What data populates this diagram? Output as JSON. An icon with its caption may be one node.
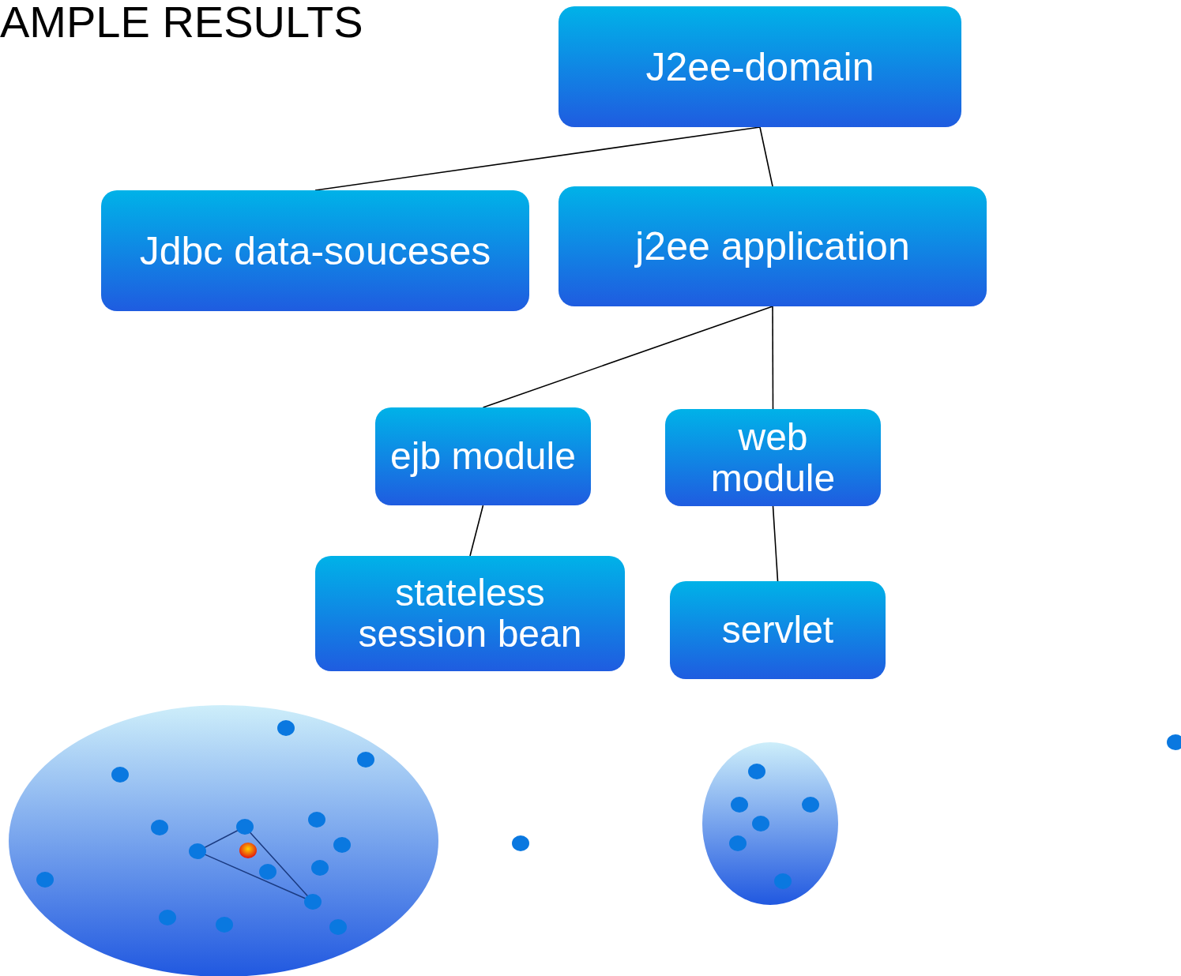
{
  "diagram": {
    "title": "AMPLE RESULTS",
    "nodes": [
      {
        "text": [
          "J2ee-domain"
        ]
      },
      {
        "text": [
          "Jdbc data-souceses"
        ]
      },
      {
        "text": [
          "j2ee application"
        ]
      },
      {
        "text": [
          "ejb module"
        ]
      },
      {
        "text": [
          "web module"
        ]
      },
      {
        "text": [
          "stateless session bean"
        ]
      },
      {
        "text": [
          "servlet"
        ]
      }
    ],
    "edges": [
      {
        "from": 0,
        "to": 1,
        "arrow": "none"
      },
      {
        "from": 0,
        "to": 2,
        "arrow": "none"
      },
      {
        "from": 2,
        "to": 3,
        "arrow": "none"
      },
      {
        "from": 2,
        "to": 4,
        "arrow": "none"
      },
      {
        "from": 3,
        "to": 5,
        "arrow": "none"
      },
      {
        "from": 4,
        "to": 6,
        "arrow": "none"
      }
    ]
  }
}
